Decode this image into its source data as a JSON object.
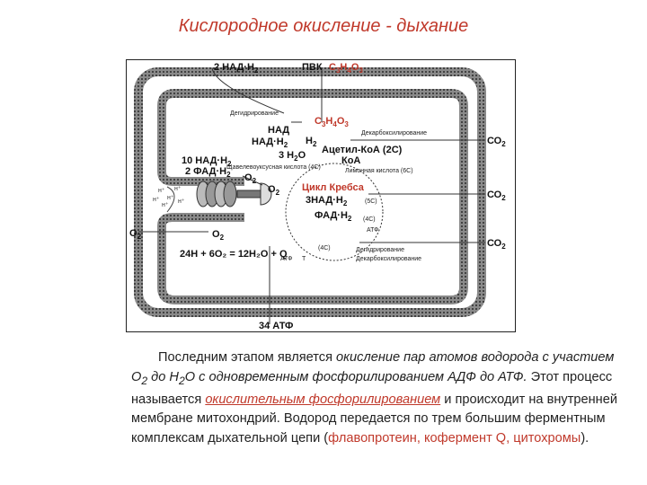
{
  "title": "Кислородное окисление - дыхание",
  "diagram": {
    "top_nadh": "2 НАД·Н",
    "top_nadh_sub": "2",
    "pvk": "ПВК",
    "pvk_formula": "C3H4O3",
    "dehydrogenation": "Дегидрирование",
    "c3h4o3": "C3H4O3",
    "decarboxylation": "Декарбоксилирование",
    "nad": "НАД",
    "nadh2": "НАД·Н",
    "nadh2_sub": "2",
    "h_minus": "Н",
    "h_minus_sub": "2",
    "acetyl_coa": "Ацетил-КоА (2С)",
    "three_h2o": "3 Н",
    "three_h2o_sub": "2",
    "three_h2o_o": "О",
    "coa": "КоА",
    "ten_nadh": "10 НАД·Н",
    "ten_nadh_sub": "2",
    "two_fadh": "2 ФАД·Н",
    "two_fadh_sub": "2",
    "oxaloacetic": "Щавелевоуксусная кислота (4С)",
    "citric": "Лимонная кислота (6С)",
    "o2_mid": "О",
    "o2_mid_sub": "2",
    "o2_inner": "О",
    "o2_inner_sub": "2",
    "krebs": "Цикл Кребса",
    "three_nadh": "3НАД·Н",
    "three_nadh_sub": "2",
    "five_c": "(5С)",
    "fadh": "ФАД·Н",
    "fadh_sub": "2",
    "four_c": "(4С)",
    "atf_small": "АТФ",
    "o2_left": "О",
    "o2_left_sub": "2",
    "o2_low": "О",
    "o2_low_sub": "2",
    "equation": "24Н + 6О₂ = 12Н₂О + Q",
    "atf_eq": "АТФ",
    "t_label": "Т",
    "four_c_low": "(4С)",
    "dehydro_low": "Дегидрирование",
    "decarb_low": "Декарбоксилирование",
    "co2_1": "СО",
    "co2_2": "СО",
    "co2_3": "СО",
    "co2_sub": "2",
    "atp_34": "34 АТФ"
  },
  "paragraph": {
    "p1": "Последним этапом является ",
    "p2": "окисление пар атомов водорода с участием О",
    "p2_sub": "2",
    "p3": " до Н",
    "p3_sub": "2",
    "p4": "О с одновременным фосфорилированием АДФ до АТФ.",
    "p5": " Этот процесс называется ",
    "p6": "окислительным фосфорилированием",
    "p7": " и происходит на внутренней мембране митохондрий. Водород передается по трем большим ферментным комплексам дыхательной цепи (",
    "p8": "флавопротеин, кофермент Q, цитохромы",
    "p9": ")."
  },
  "colors": {
    "accent": "#c0392b",
    "membrane": "#555555"
  }
}
